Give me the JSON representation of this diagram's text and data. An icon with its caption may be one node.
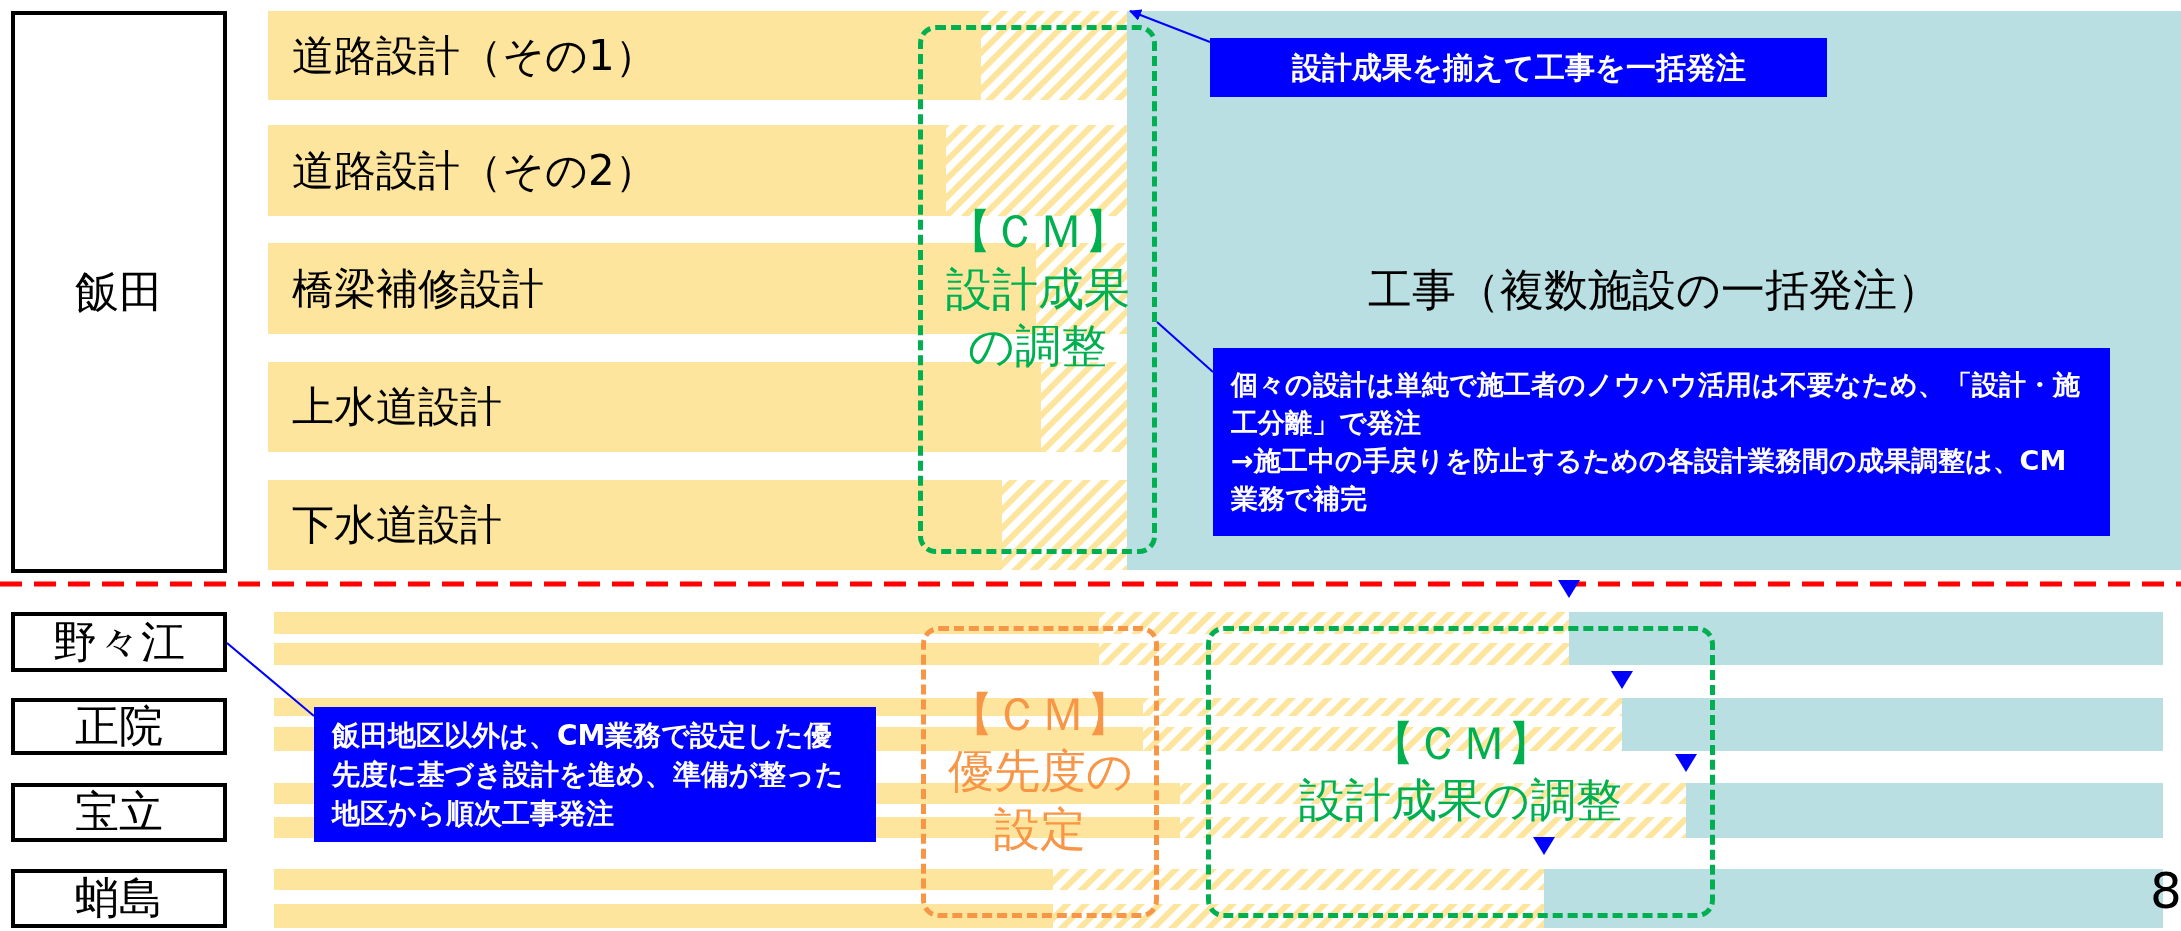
{
  "diagram": {
    "nodes": [
      {
        "text": [
          "飯田"
        ]
      },
      {
        "text": [
          "道路設計（その1）"
        ]
      },
      {
        "text": [
          "道路設計（その2）"
        ]
      },
      {
        "text": [
          "橋梁補修設計"
        ]
      },
      {
        "text": [
          "上水道設計"
        ]
      },
      {
        "text": [
          "下水道設計"
        ]
      },
      {
        "text": [
          "【ＣＭ】",
          "設計成果の調整"
        ]
      },
      {
        "text": [
          "工事（複数施設の一括発注）"
        ]
      },
      {
        "text": [
          "設計成果を揃えて工事を一括発注"
        ],
        "in": 7
      },
      {
        "text": [
          "個々の設計は単純で施工者のノウハウ活用は不要なため、「設計・施工分離」で発注",
          "→施工中の手戻りを防止するための各設計業務間の成果調整は、CM業務で補完"
        ],
        "in": 7
      },
      {
        "text": [
          "野々江"
        ]
      },
      {
        "text": [
          "正院"
        ]
      },
      {
        "text": [
          "宝立"
        ]
      },
      {
        "text": [
          "蛸島"
        ]
      },
      {
        "text": [
          "【ＣＭ】",
          "優先度の設定"
        ]
      },
      {
        "text": [
          "【ＣＭ】",
          "設計成果の調整"
        ]
      },
      {
        "text": [
          "飯田地区以外は、CM業務で設定した優先度に基づき設計を進め、準備が整った地区から順次工事発注"
        ]
      }
    ],
    "edges": [
      {
        "from": 8,
        "to": 7,
        "arrow": "to"
      },
      {
        "from": 9,
        "to": 6,
        "arrow": "none"
      },
      {
        "from": 16,
        "to": 10,
        "arrow": "none"
      }
    ],
    "labels": [
      "8"
    ]
  }
}
